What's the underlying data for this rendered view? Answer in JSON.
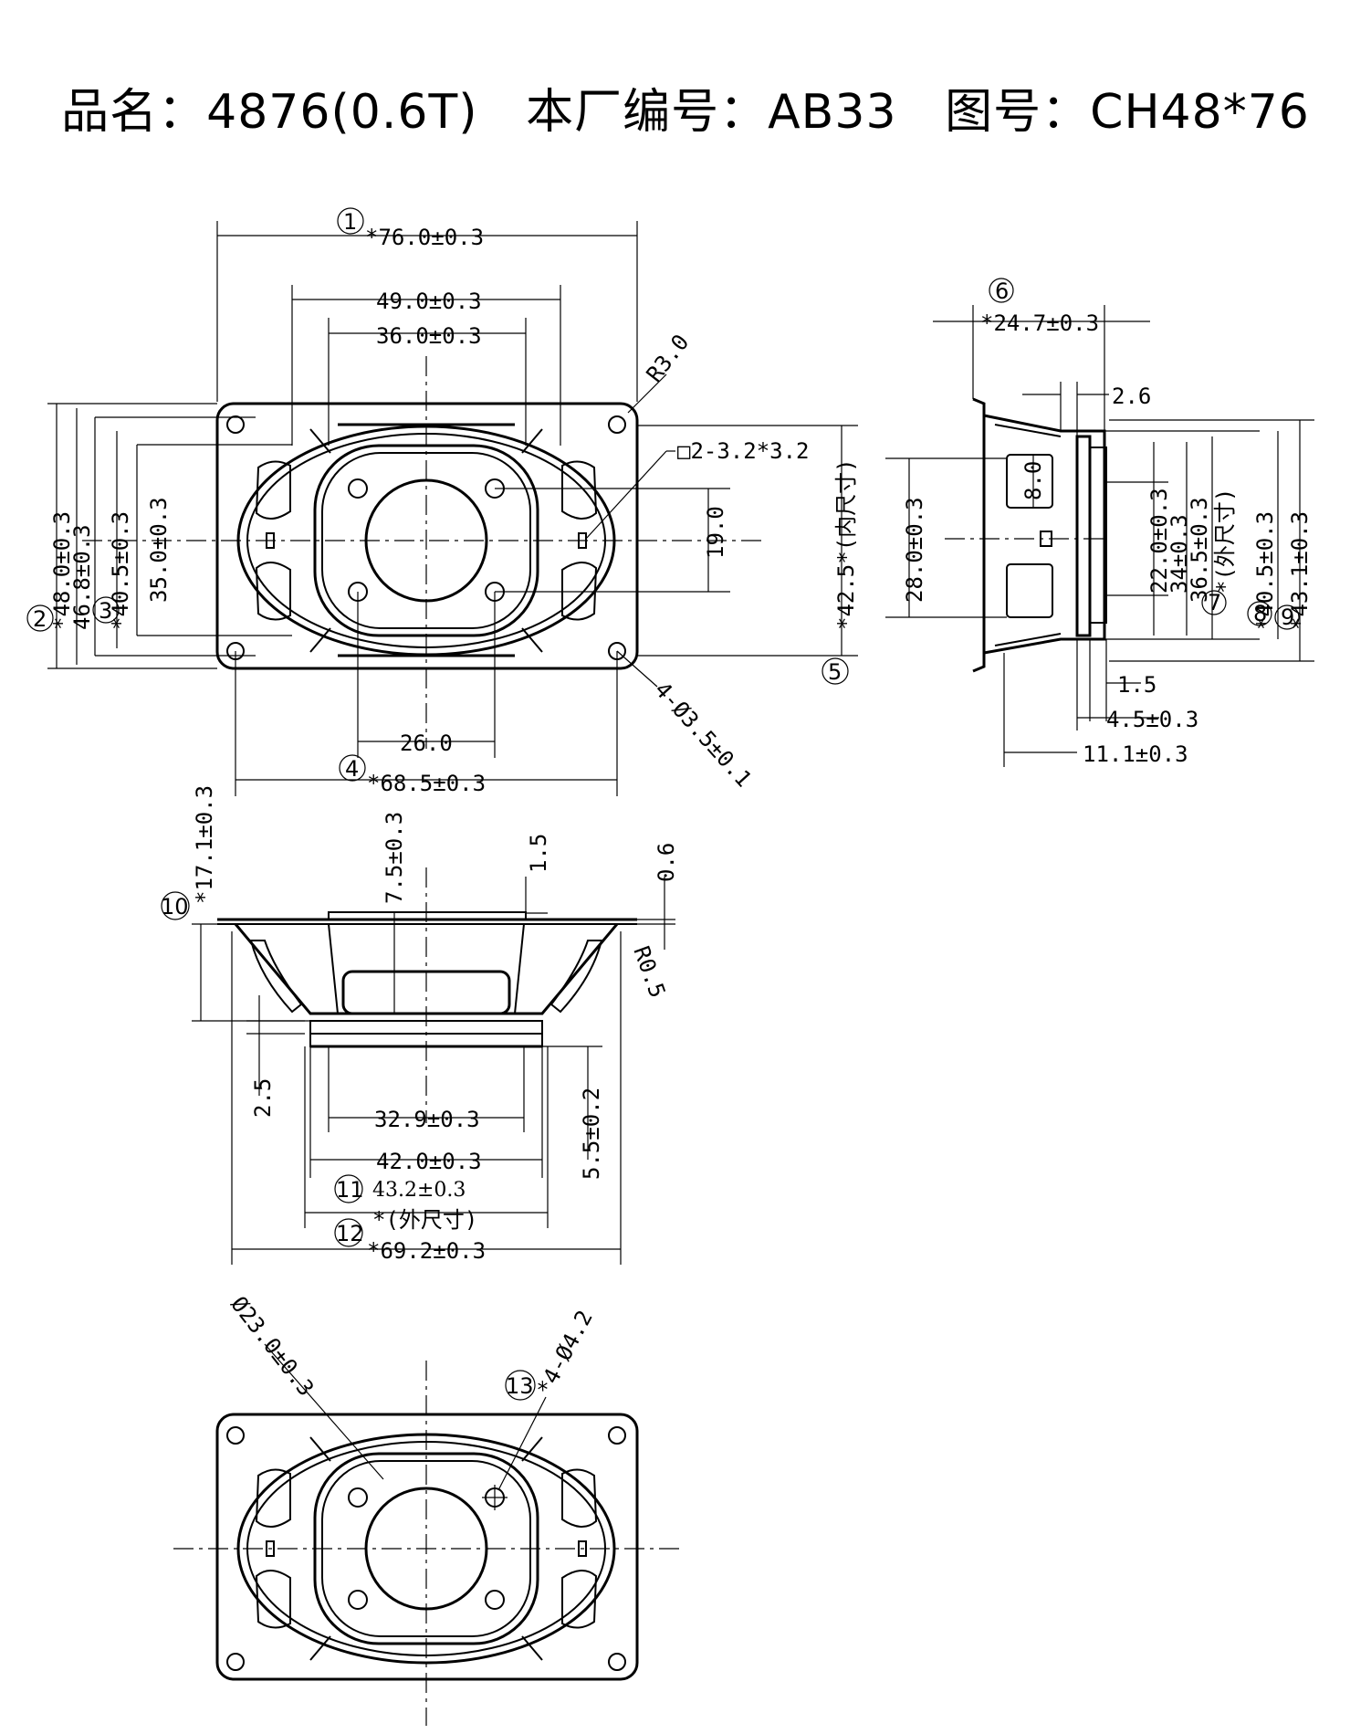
{
  "title": {
    "product_name_label": "品名：",
    "product_name": "4876(0.6T)",
    "factory_no_label": "本厂编号：",
    "factory_no": "AB33",
    "drawing_no_label": "图号：",
    "drawing_no": "CH48*76"
  },
  "front_view": {
    "dim_1": "*76.0±0.3",
    "dim_49": "49.0±0.3",
    "dim_36": "36.0±0.3",
    "dim_r3": "R3.0",
    "dim_slot": "□2-3.2*3.2",
    "dim_19": "19.0",
    "dim_42_5": "*42.5*(内尺寸)",
    "dim_48": "*48.0±0.3",
    "dim_46_8": "46.8±0.3",
    "dim_40_5": "*40.5±0.3",
    "dim_35": "35.0±0.3",
    "dim_26": "26.0",
    "dim_68_5": "*68.5±0.3",
    "dim_holes": "4-Ø3.5±0.1",
    "markers": [
      "1",
      "2",
      "3",
      "4",
      "5"
    ]
  },
  "side_view": {
    "dim_24_7": "*24.7±0.3",
    "dim_2_6": "2.6",
    "dim_8": "8.0",
    "dim_28": "28.0±0.3",
    "dim_22": "22.0±0.3",
    "dim_34": "34±0.3",
    "dim_36_5": "36.5±0.3",
    "dim_outer_note": "*(外尺寸)",
    "dim_40_5": "*40.5±0.3",
    "dim_43_1": "*43.1±0.3",
    "dim_1_5": "1.5",
    "dim_4_5": "4.5±0.3",
    "dim_11_1": "11.1±0.3",
    "markers": [
      "6",
      "7",
      "8",
      "9"
    ]
  },
  "bottom_view": {
    "dim_17_1": "*17.1±0.3",
    "dim_7_5": "7.5±0.3",
    "dim_1_5": "1.5",
    "dim_0_6": "0.6",
    "dim_r0_5": "R0.5",
    "dim_2_5": "2.5",
    "dim_5_5": "5.5±0.2",
    "dim_32_9": "32.9±0.3",
    "dim_42": "42.0±0.3",
    "dim_43_2": "43.2±0.3",
    "dim_outer_note": "*(外尺寸)",
    "dim_69_2": "*69.2±0.3",
    "markers": [
      "10",
      "11",
      "12"
    ]
  },
  "rear_view": {
    "dim_23": "Ø23.0±0.3",
    "dim_4_2": "*4-Ø4.2",
    "markers": [
      "13"
    ]
  }
}
